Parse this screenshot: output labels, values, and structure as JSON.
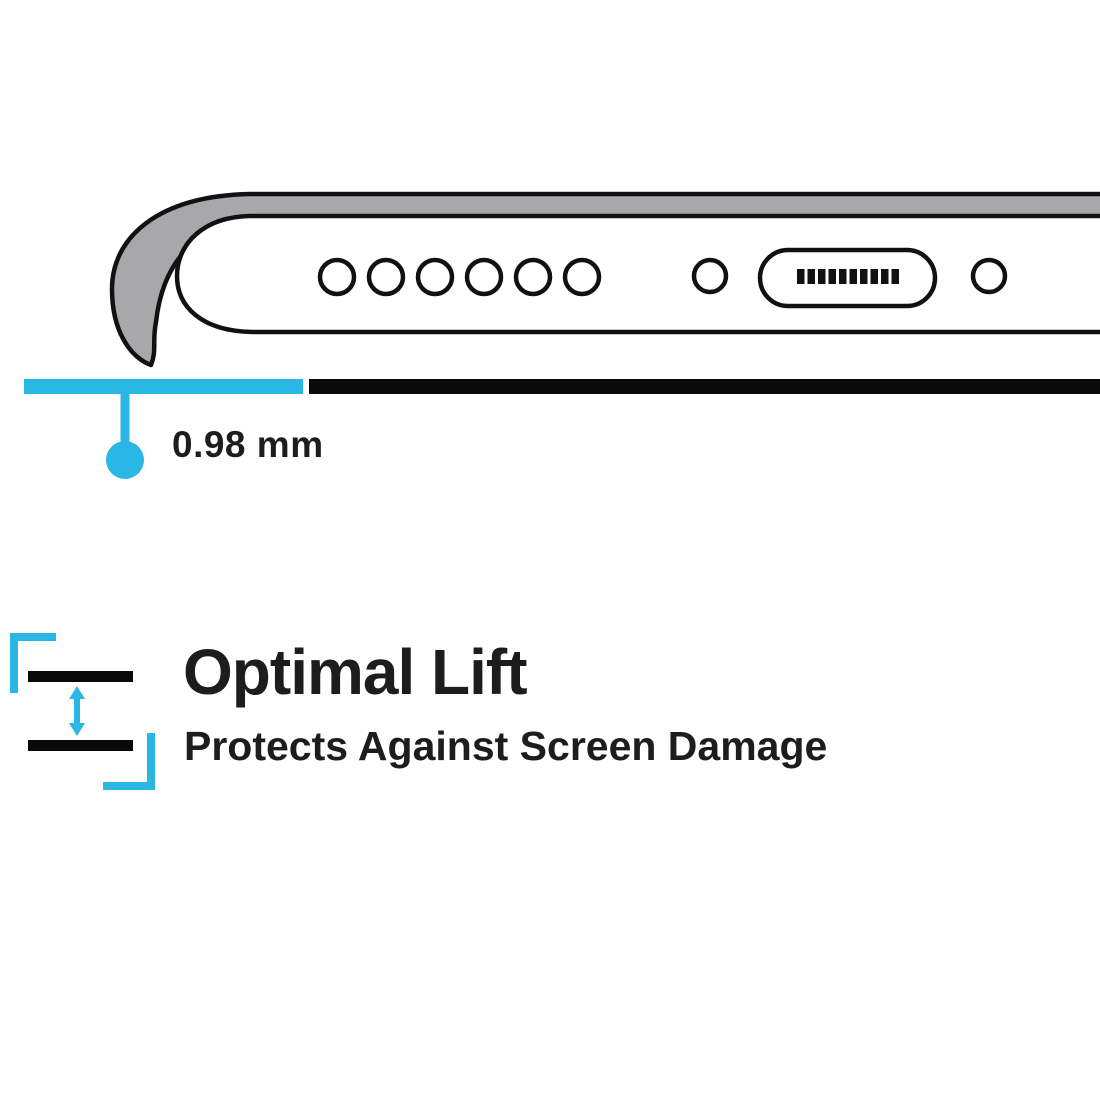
{
  "feature": {
    "title": "Optimal Lift",
    "subtitle": "Protects Against Screen Damage"
  },
  "measurement": {
    "label": "0.98 mm"
  },
  "illustration": {
    "description": "Bottom edge of a phone inside a case with raised lip",
    "speaker_hole_count": 6,
    "screw_hole_count": 2,
    "port": "charging-port"
  },
  "colors": {
    "accent": "#2ab7e6",
    "case_gray": "#a8a8ab",
    "outline": "#111111",
    "text": "#1d1d1b",
    "background": "#ffffff"
  }
}
